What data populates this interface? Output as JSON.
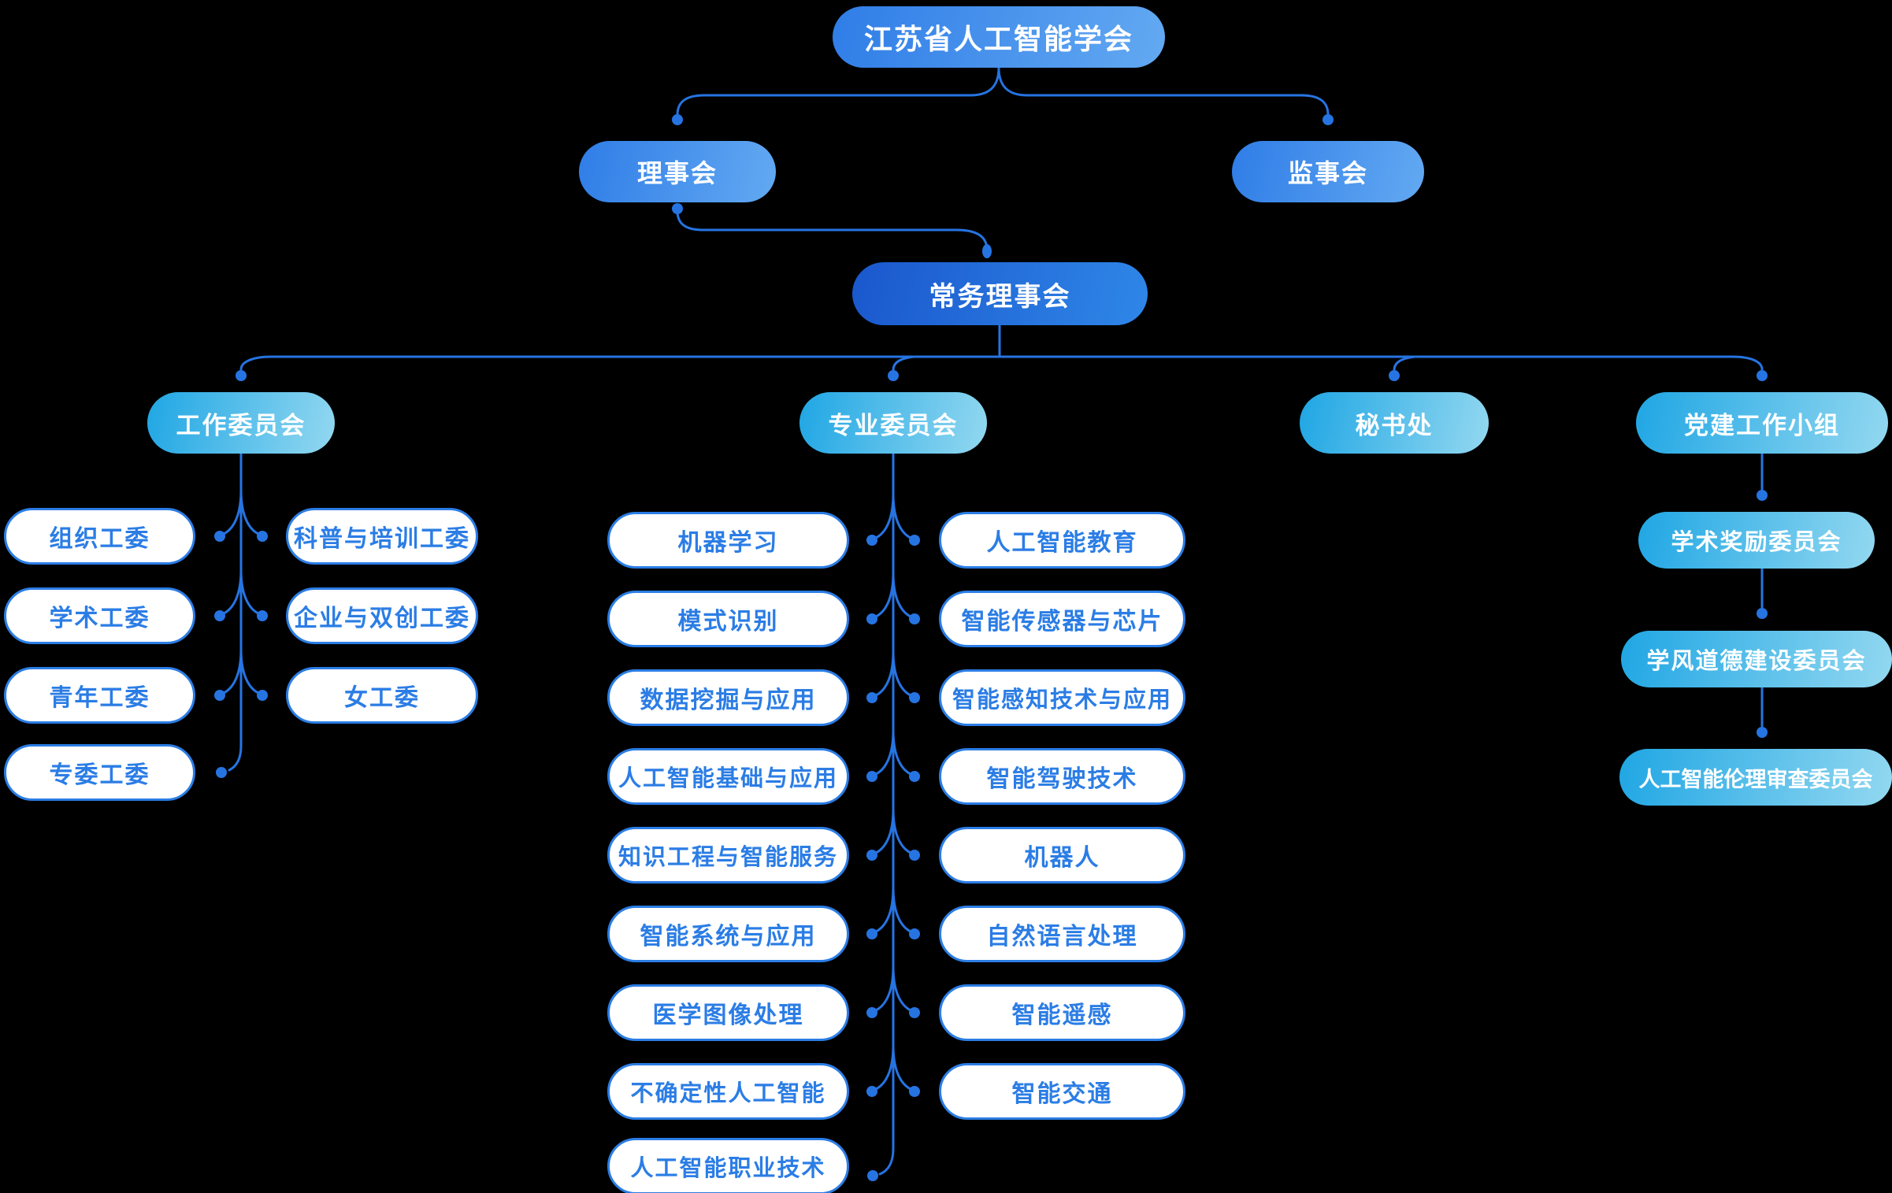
{
  "chart": {
    "type": "org-chart",
    "root": "江苏省人工智能学会",
    "level2": [
      "理事会",
      "监事会"
    ],
    "level3": "常务理事会",
    "level4": [
      "工作委员会",
      "专业委员会",
      "秘书处",
      "党建工作小组"
    ],
    "work_left": [
      "组织工委",
      "学术工委",
      "青年工委",
      "专委工委"
    ],
    "work_right": [
      "科普与培训工委",
      "企业与双创工委",
      "女工委"
    ],
    "prof_left": [
      "机器学习",
      "模式识别",
      "数据挖掘与应用",
      "人工智能基础与应用",
      "知识工程与智能服务",
      "智能系统与应用",
      "医学图像处理",
      "不确定性人工智能",
      "人工智能职业技术"
    ],
    "prof_right": [
      "人工智能教育",
      "智能传感器与芯片",
      "智能感知技术与应用",
      "智能驾驶技术",
      "机器人",
      "自然语言处理",
      "智能遥感",
      "智能交通"
    ],
    "party_children": [
      "学术奖励委员会",
      "学风道德建设委员会",
      "人工智能伦理审查委员会"
    ],
    "colors": {
      "background": "#000000",
      "line": "#2674e2",
      "node_blue_start": "#2f7de7",
      "node_blue_end": "#63a9f2",
      "node_dark_start": "#1a57cd",
      "node_dark_end": "#2f87e8",
      "node_cyan_start": "#1fa6e4",
      "node_cyan_end": "#93d8f0",
      "white_pill_border": "#2b7de5",
      "white_pill_text": "#2b7de5"
    }
  }
}
